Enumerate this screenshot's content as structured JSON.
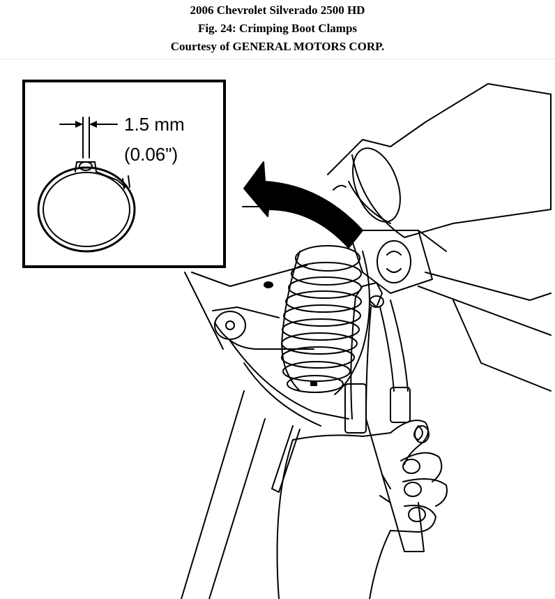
{
  "header": {
    "vehicle": "2006 Chevrolet Silverado 2500 HD",
    "figure_title": "Fig. 24: Crimping Boot Clamps",
    "courtesy": "Courtesy of GENERAL MOTORS CORP."
  },
  "callout": {
    "measurement_mm": "1.5 mm",
    "measurement_in": "(0.06\")"
  }
}
